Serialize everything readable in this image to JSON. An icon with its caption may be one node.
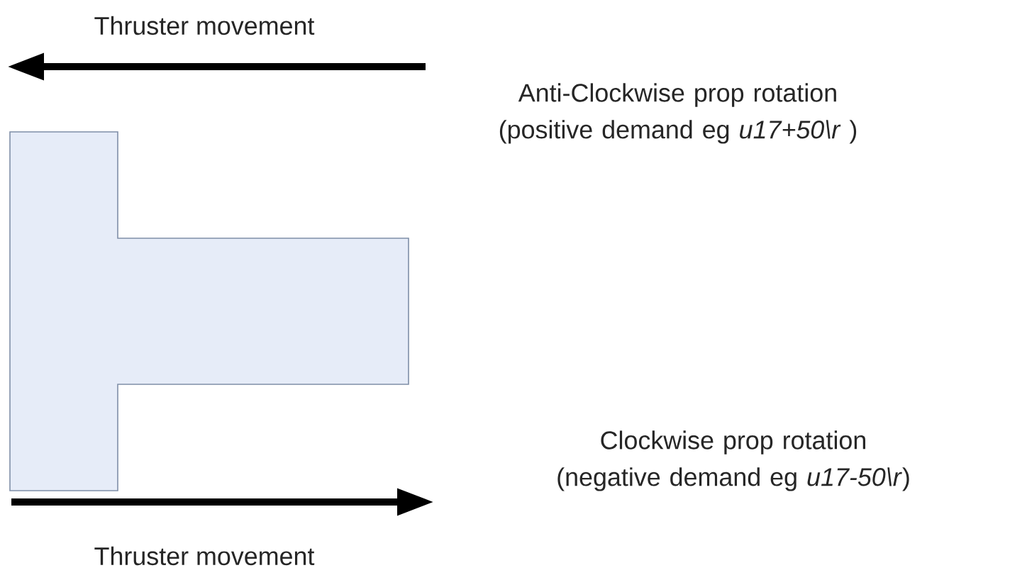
{
  "diagram": {
    "labels": [
      "Thruster movement",
      "Anti-Clockwise prop rotation (positive demand eg *u17+50\\r* )",
      "Clockwise prop rotation (negative demand eg *u17-50\\r*)",
      "Thruster movement"
    ]
  }
}
